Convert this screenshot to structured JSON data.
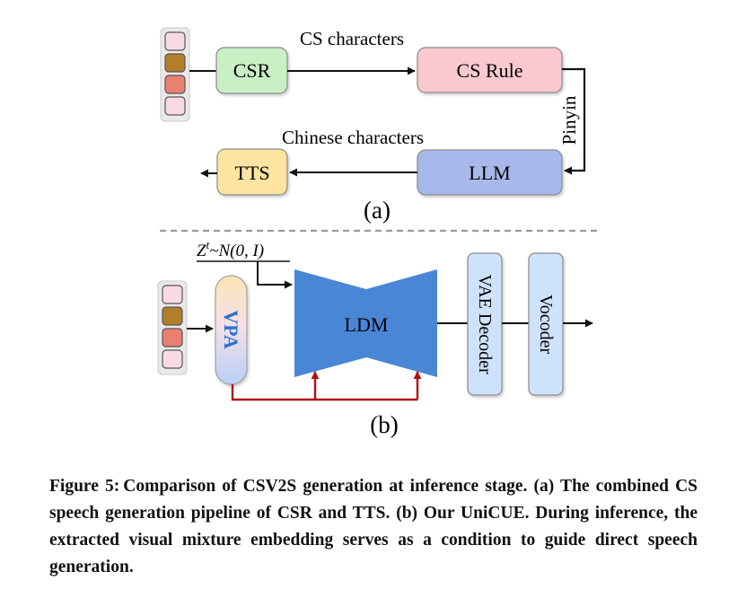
{
  "panel_a": {
    "input_token_colors": [
      "#f9d9e6",
      "#b37e2b",
      "#e98070",
      "#f9d9e6"
    ],
    "csr_label": "CSR",
    "cs_rule_label": "CS Rule",
    "llm_label": "LLM",
    "tts_label": "TTS",
    "edge_cs_characters": "CS characters",
    "edge_pinyin": "Pinyin",
    "edge_chinese_characters": "Chinese characters",
    "panel_label": "(a)",
    "colors": {
      "csr": "#c9efc5",
      "cs_rule": "#f9c9cf",
      "llm": "#a8b8ea",
      "tts": "#fde4a0"
    }
  },
  "panel_b": {
    "noise_formula": "Z^t~N(0,I)",
    "noise_base": "Z",
    "noise_sup": "t",
    "noise_rest": "~N(0, I)",
    "vpa_label": "VPA",
    "ldm_label": "LDM",
    "vae_decoder_label": "VAE Decoder",
    "vocoder_label": "Vocoder",
    "panel_label": "(b)",
    "colors": {
      "ldm": "#4a86d6",
      "vpa_text": "#2a70d0",
      "decoder": "#cfe2fb",
      "condition_arrow": "#b01010",
      "separator": "#9a9a9a"
    }
  },
  "caption": {
    "label": "Figure 5:",
    "text": "Comparison of CSV2S generation at inference stage. (a) The combined CS speech generation pipeline of CSR and TTS. (b) Our UniCUE. During inference, the extracted visual mixture embedding serves as a condition to guide direct speech generation."
  }
}
